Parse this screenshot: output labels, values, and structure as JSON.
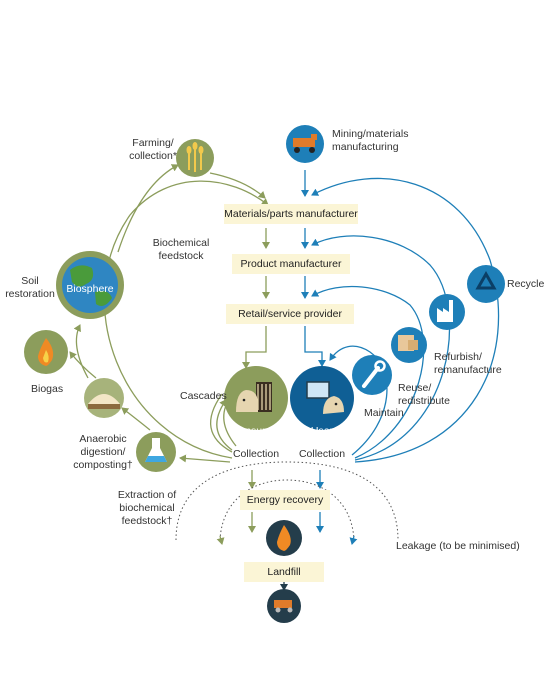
{
  "colors": {
    "green": "#8c9d5c",
    "green_light": "#a7b37b",
    "blue": "#1e7fb8",
    "blue_dark": "#0f5f95",
    "navy": "#243d4b",
    "box_fill": "#fbf5d6"
  },
  "flow_boxes": {
    "materials": "Materials/parts manufacturer",
    "product": "Product manufacturer",
    "retail": "Retail/service provider",
    "energy": "Energy recovery",
    "landfill": "Landfill"
  },
  "biological": {
    "farming": [
      "Farming/",
      "collection*"
    ],
    "biochemical_feedstock": [
      "Biochemical",
      "feedstock"
    ],
    "soil_restoration": [
      "Soil",
      "restoration"
    ],
    "biosphere": "Biosphere",
    "biogas": "Biogas",
    "anaerobic": [
      "Anaerobic",
      "digestion/",
      "composting†"
    ],
    "extraction": [
      "Extraction of",
      "biochemical",
      "feedstock†"
    ],
    "cascades": "Cascades",
    "consumer": "Consumer",
    "collection_left": "Collection"
  },
  "technical": {
    "mining": [
      "Mining/materials",
      "manufacturing"
    ],
    "recycle": "Recycle",
    "refurbish": [
      "Refurbish/",
      "remanufacture"
    ],
    "reuse": [
      "Reuse/",
      "redistribute"
    ],
    "maintain": "Maintain",
    "user": "User",
    "collection_right": "Collection"
  },
  "leakage": "Leakage (to be minimised)",
  "icons": {
    "farming": "wheat-icon",
    "mining": "mining-truck-icon",
    "biosphere": "globe-icon",
    "biogas": "flame-icon",
    "anaerobic": "compost-icon",
    "extraction": "flask-icon",
    "consumer": "person-icon",
    "user": "person-computer-icon",
    "maintain": "wrench-icon",
    "reuse": "box-icon",
    "refurbish": "factory-icon",
    "recycle": "recycle-icon",
    "energy": "flame-icon",
    "landfill": "dump-truck-icon"
  }
}
